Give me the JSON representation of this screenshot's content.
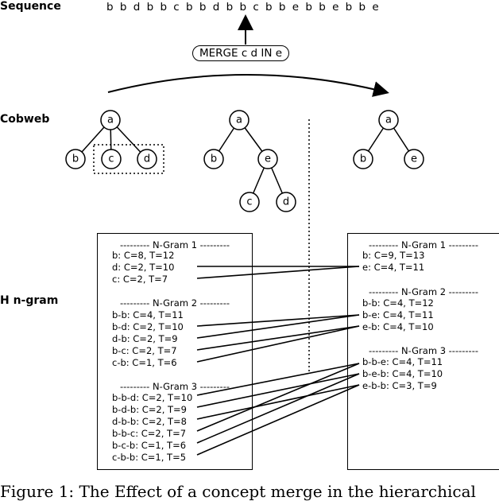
{
  "labels": {
    "sequence": "Sequence",
    "cobweb": "Cobweb",
    "hngram": "H n-gram"
  },
  "sequence_text": "b b d b b c b b d b b c b b e b b e b b e",
  "merge_label": "MERGE c d IN e",
  "trees": {
    "before": {
      "root": "a",
      "children": [
        "b",
        "c",
        "d"
      ]
    },
    "middle": {
      "root": "a",
      "b": "b",
      "e": "e",
      "c": "c",
      "d": "d"
    },
    "after": {
      "root": "a",
      "children": [
        "b",
        "e"
      ]
    }
  },
  "left_box": {
    "ngram1_header": "--------- N-Gram 1 ---------",
    "ngram1": [
      "b: C=8, T=12",
      "d: C=2, T=10",
      "c: C=2, T=7"
    ],
    "ngram2_header": "--------- N-Gram 2 ---------",
    "ngram2": [
      "b-b: C=4, T=11",
      "b-d: C=2, T=10",
      "d-b: C=2, T=9",
      "b-c: C=2, T=7",
      "c-b: C=1, T=6"
    ],
    "ngram3_header": "--------- N-Gram 3 ---------",
    "ngram3": [
      "b-b-d: C=2, T=10",
      "b-d-b: C=2, T=9",
      "d-b-b: C=2, T=8",
      "b-b-c: C=2, T=7",
      "b-c-b: C=1, T=6",
      "c-b-b: C=1, T=5"
    ]
  },
  "right_box": {
    "ngram1_header": "--------- N-Gram 1 ---------",
    "ngram1": [
      "b: C=9, T=13",
      "e: C=4, T=11"
    ],
    "ngram2_header": "--------- N-Gram 2 ---------",
    "ngram2": [
      "b-b: C=4, T=12",
      "b-e: C=4, T=11",
      "e-b: C=4, T=10"
    ],
    "ngram3_header": "--------- N-Gram 3 ---------",
    "ngram3": [
      "b-b-e: C=4, T=11",
      "b-e-b: C=4, T=10",
      "e-b-b: C=3, T=9"
    ]
  },
  "caption": "Figure 1: The Effect of a concept merge in the hierarchical"
}
